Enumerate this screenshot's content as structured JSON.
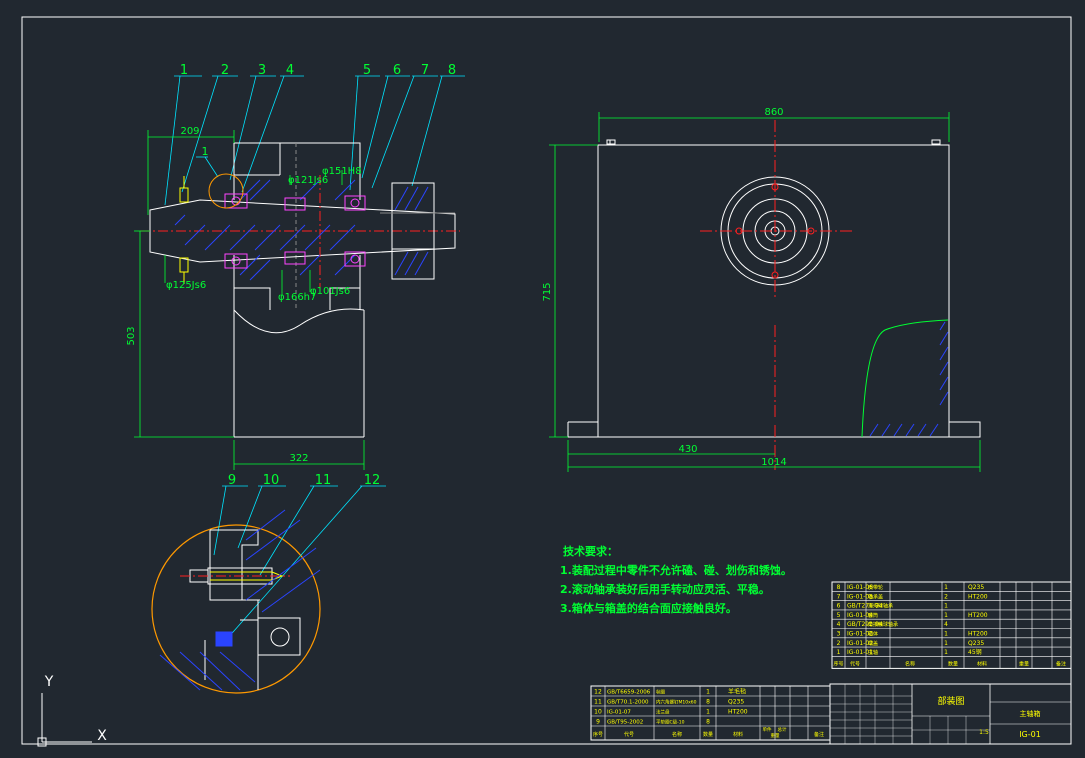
{
  "drawing": {
    "background": "#212830",
    "frame_color": "#ffffff",
    "part_color": "#ffffff",
    "leader_color": "#00e5ff",
    "dim_color": "#00ff33",
    "center_color": "#ff2020",
    "hidden_color": "#ff44ff",
    "hatch_color": "#2a44ff",
    "text_color": "#ffff00",
    "detail_circle_color": "#ff9900",
    "ucs_color": "#ffffff"
  },
  "balloons": {
    "top": [
      "1",
      "2",
      "3",
      "4",
      "5",
      "6",
      "7",
      "8"
    ],
    "detail": [
      "9",
      "10",
      "11",
      "12"
    ],
    "detail_marker": "1"
  },
  "dims_left": {
    "d209": "209",
    "d503": "503",
    "d322": "322",
    "fits": [
      "φ125Js6",
      "φ121Js6",
      "φ151H8",
      "φ166h7",
      "φ101Js6"
    ]
  },
  "dims_right": {
    "d860": "860",
    "d715": "715",
    "d430": "430",
    "d1014": "1014"
  },
  "notes": {
    "title": "技术要求：",
    "items": [
      "1.装配过程中零件不允许磕、碰、划伤和锈蚀。",
      "2.滚动轴承装好后用手转动应灵活、平稳。",
      "3.箱体与箱盖的结合面应接触良好。"
    ]
  },
  "bom_right": [
    {
      "no": "8",
      "code": "IG-01-06",
      "name": "皮带轮",
      "qty": "1",
      "mat": "Q235"
    },
    {
      "no": "7",
      "code": "IG-01-05",
      "name": "轴承盖",
      "qty": "2",
      "mat": "HT200"
    },
    {
      "no": "6",
      "code": "GB/T276-94",
      "name": "深沟球轴承",
      "qty": "1",
      "mat": ""
    },
    {
      "no": "5",
      "code": "IG-01-04",
      "name": "套筒",
      "qty": "1",
      "mat": "HT200"
    },
    {
      "no": "4",
      "code": "GB/T292-94",
      "name": "角接触球轴承",
      "qty": "4",
      "mat": ""
    },
    {
      "no": "3",
      "code": "IG-01-03",
      "name": "箱体",
      "qty": "1",
      "mat": "HT200"
    },
    {
      "no": "2",
      "code": "IG-01-02",
      "name": "端盖",
      "qty": "1",
      "mat": "Q235"
    },
    {
      "no": "1",
      "code": "IG-01-01",
      "name": "主轴",
      "qty": "1",
      "mat": "45钢"
    }
  ],
  "bom_left": [
    {
      "no": "12",
      "code": "GB/T6659-2006",
      "name": "毡圈",
      "qty": "1",
      "mat": "羊毛毡"
    },
    {
      "no": "11",
      "code": "GB/T70.1-2000",
      "name": "内六角螺钉M10x60",
      "qty": "8",
      "mat": "Q235"
    },
    {
      "no": "10",
      "code": "IG-01-07",
      "name": "法兰盘",
      "qty": "1",
      "mat": "HT200"
    },
    {
      "no": "9",
      "code": "GB/T95-2002",
      "name": "平垫圈C级-10",
      "qty": "8",
      "mat": ""
    }
  ],
  "bom_header": {
    "no": "序号",
    "code": "代号",
    "name": "名称",
    "qty": "数量",
    "mat": "材料",
    "unit": "单件",
    "total": "总计",
    "weight": "重量",
    "note": "备注"
  },
  "title_block": {
    "drawing_name": "部装图",
    "part_name": "主轴箱",
    "drawing_no": "IG-01",
    "scale": "1:5"
  },
  "ucs": {
    "x": "X",
    "y": "Y"
  }
}
